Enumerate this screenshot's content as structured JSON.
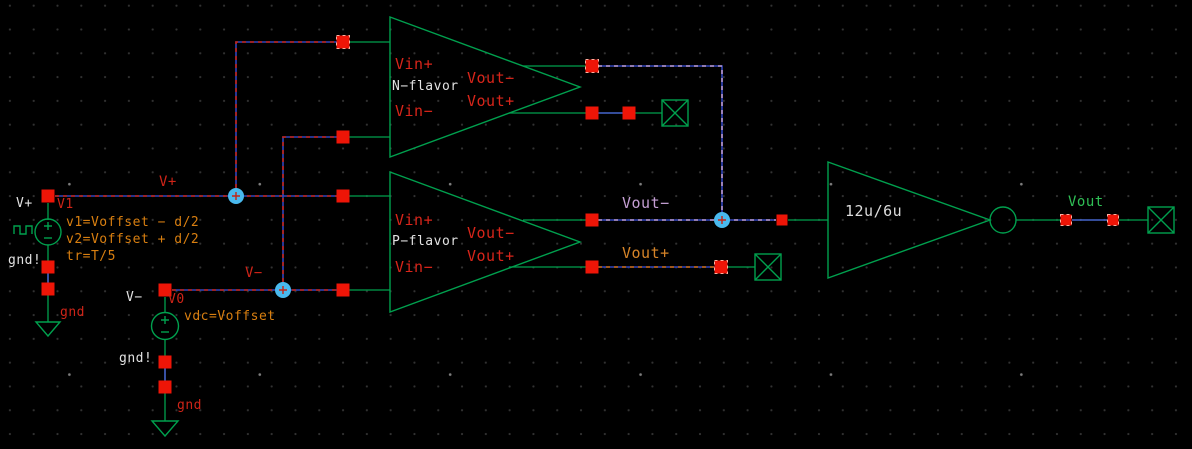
{
  "canvas": {
    "background": "#000000",
    "grid_dot_color": "#323232"
  },
  "colors": {
    "wire_green": "#00a04e",
    "pin_red": "#ee1507",
    "highlight_blue": "#3346bb",
    "junction_cyan": "#49b9ee",
    "net_vplus_vminus": "#cf2418",
    "net_vout_minus": "#c59fd4",
    "net_vout_plus": "#d68428",
    "net_vout": "#2fbf55",
    "param_orange": "#d97f10",
    "label_white": "#e2e2e2"
  },
  "sources": {
    "v1": {
      "plus_pin_label": "V+",
      "name": "V1",
      "param1": "v1=Voffset − d/2",
      "param2": "v2=Voffset + d/2",
      "param3": "tr=T/5",
      "gnd_label": "gnd!",
      "gnd_net": "gnd"
    },
    "v0": {
      "minus_pin_label": "V−",
      "name": "V0",
      "param1": "vdc=Voffset",
      "gnd_label": "gnd!",
      "gnd_net": "gnd"
    }
  },
  "nets": {
    "vplus": "V+",
    "vminus": "V−",
    "vout_minus": "Vout−",
    "vout_plus": "Vout+",
    "vout": "Vout"
  },
  "amplifiers": {
    "top": {
      "vin_plus": "Vin+",
      "flavor": "N−flavor",
      "vin_minus": "Vin−",
      "vout_minus": "Vout−",
      "vout_plus": "Vout+"
    },
    "bottom": {
      "vin_plus": "Vin+",
      "flavor": "P−flavor",
      "vin_minus": "Vin−",
      "vout_minus": "Vout−",
      "vout_plus": "Vout+"
    }
  },
  "inverter": {
    "size_label": "12u/6u"
  }
}
